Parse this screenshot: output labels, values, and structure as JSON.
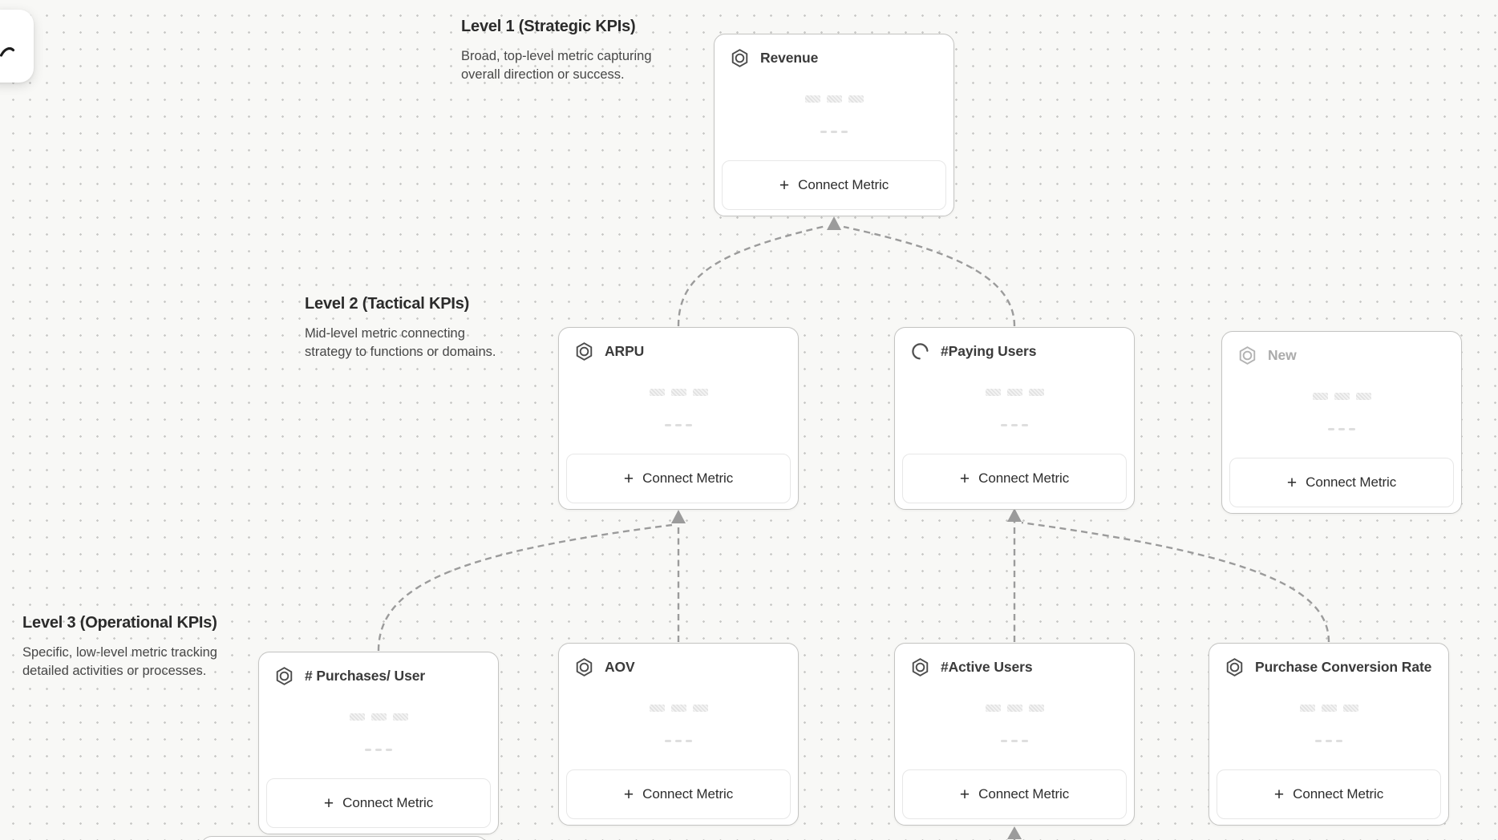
{
  "canvas": {
    "background_color": "#f8f8f6",
    "dot_color": "#c9c9c7",
    "connector_color": "#9b9b9b",
    "card_border_color": "#c4c4c2"
  },
  "levels": [
    {
      "title": "Level 1 (Strategic KPIs)",
      "description": "Broad, top-level metric capturing overall direction or success."
    },
    {
      "title": "Level 2 (Tactical KPIs)",
      "description": "Mid-level metric connecting strategy to functions or domains."
    },
    {
      "title": "Level 3 (Operational KPIs)",
      "description": "Specific, low-level metric tracking detailed activities or processes."
    }
  ],
  "labels": {
    "connect_metric": "Connect Metric",
    "plus": "+"
  },
  "cards": [
    {
      "title": "Revenue",
      "icon": "hexagon-metric-icon",
      "state": "default"
    },
    {
      "title": "ARPU",
      "icon": "hexagon-metric-icon",
      "state": "default"
    },
    {
      "title": "#Paying Users",
      "icon": "loading-spinner-icon",
      "state": "loading"
    },
    {
      "title": "New",
      "icon": "hexagon-metric-icon",
      "state": "muted"
    },
    {
      "title": "# Purchases/ User",
      "icon": "hexagon-metric-icon",
      "state": "default"
    },
    {
      "title": "AOV",
      "icon": "hexagon-metric-icon",
      "state": "default"
    },
    {
      "title": "#Active Users",
      "icon": "hexagon-metric-icon",
      "state": "default"
    },
    {
      "title": "Purchase Conversion Rate",
      "icon": "hexagon-metric-icon",
      "state": "default"
    }
  ]
}
